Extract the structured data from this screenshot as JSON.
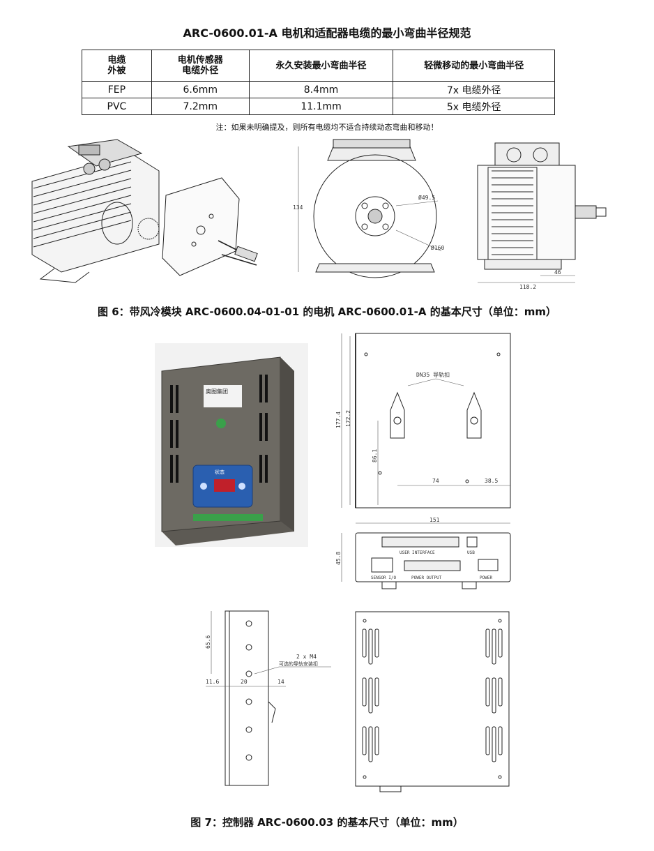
{
  "title": "ARC-0600.01-A 电机和适配器电缆的最小弯曲半径规范",
  "table": {
    "headers": [
      "电缆\n外被",
      "电机传感器\n电缆外径",
      "永久安装最小弯曲半径",
      "轻微移动的最小弯曲半径"
    ],
    "rows": [
      [
        "FEP",
        "6.6mm",
        "8.4mm",
        "7x 电缆外径"
      ],
      [
        "PVC",
        "7.2mm",
        "11.1mm",
        "5x 电缆外径"
      ]
    ]
  },
  "note": "注：如果未明确提及，则所有电缆均不适合持续动态弯曲和移动！",
  "figure6": {
    "caption": "图 6：带风冷模块 ARC-0600.04-01-01 的电机 ARC-0600.01-A 的基本尺寸（单位：mm）",
    "dims": {
      "height": "134",
      "d1": "Ø49.5",
      "d2": "Ø160",
      "w1": "46",
      "w2": "118.2"
    }
  },
  "figure7": {
    "caption": "图 7：控制器 ARC-0600.03 的基本尺寸（单位：mm）",
    "front_dims": {
      "h1": "177.4",
      "h2": "172.2",
      "h3": "86.1",
      "w1": "74",
      "w2": "38.5",
      "rail": "DN35 导轨扣"
    },
    "bottom_dims": {
      "w": "151",
      "h": "45.8",
      "l1": "USER INTERFACE",
      "l2": "USB",
      "l3": "SENSOR I/O",
      "l4": "POWER OUTPUT",
      "l5": "POWER"
    },
    "side_dims": {
      "h": "65.6",
      "a": "11.6",
      "b": "20",
      "c": "14",
      "screw": "2 x M4",
      "rail_note": "可选的导轨安装扣"
    },
    "photo": {
      "brand": "奥图集团",
      "display_label": "状态"
    }
  },
  "colors": {
    "housing": "#6d6a63",
    "panel": "#2a5fb0",
    "display": "#c0202a",
    "terminal": "#3aa04a"
  }
}
